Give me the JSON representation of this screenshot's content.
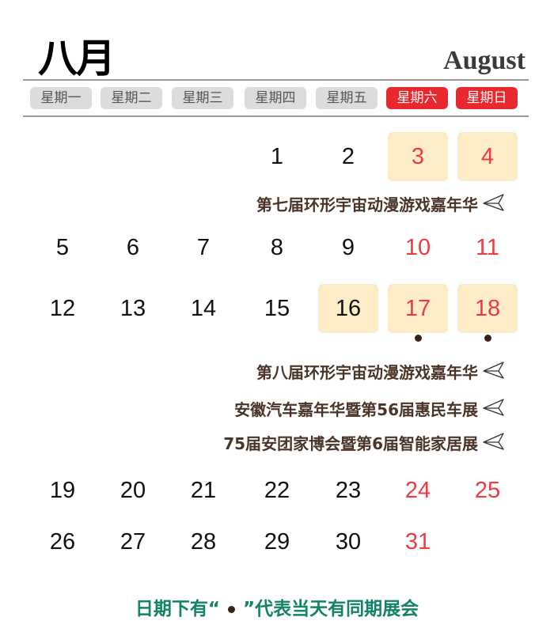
{
  "header": {
    "month_cn": "八月",
    "month_en": "August"
  },
  "weekdays": [
    "星期一",
    "星期二",
    "星期三",
    "星期四",
    "星期五",
    "星期六",
    "星期日"
  ],
  "colors": {
    "weekend": "#e8282e",
    "highlight": "#fcedc8",
    "event_text": "#4a3428",
    "note": "#128466"
  },
  "weeks": [
    [
      "",
      "",
      "",
      "1",
      "2",
      "3",
      "4"
    ],
    [
      "5",
      "6",
      "7",
      "8",
      "9",
      "10",
      "11"
    ],
    [
      "12",
      "13",
      "14",
      "15",
      "16",
      "17",
      "18"
    ],
    [
      "19",
      "20",
      "21",
      "22",
      "23",
      "24",
      "25"
    ],
    [
      "26",
      "27",
      "28",
      "29",
      "30",
      "31",
      ""
    ]
  ],
  "highlighted_days": [
    "3",
    "4",
    "16",
    "17",
    "18"
  ],
  "dotted_days": [
    "17",
    "18"
  ],
  "events": [
    "第七届环形宇宙动漫游戏嘉年华",
    "第八届环形宇宙动漫游戏嘉年华",
    "安徽汽车嘉年华暨第56届惠民车展",
    "75届安团家博会暨第6届智能家居展"
  ],
  "note": {
    "before": "日期下有“",
    "after": "”代表当天有同期展会"
  }
}
